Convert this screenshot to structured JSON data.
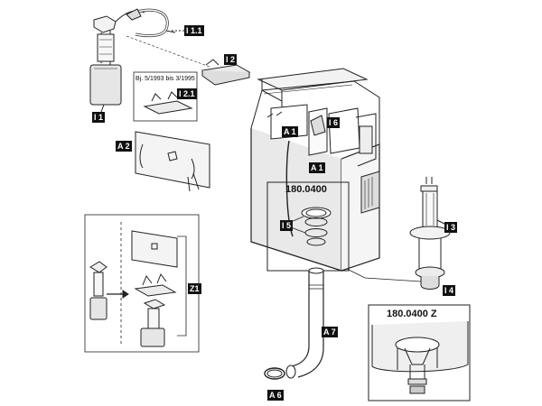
{
  "labels": {
    "i11": "I 1.1",
    "i2": "I 2",
    "i21": "I 2.1",
    "i1": "I 1",
    "a2": "A 2",
    "a1_top": "A 1",
    "i6": "I 6",
    "a1_bottom": "A 1",
    "i5": "I 5",
    "i3": "I 3",
    "i4": "I 4",
    "z1": "Z1",
    "a7": "A 7",
    "a6": "A 6"
  },
  "part_numbers": {
    "main": "180.0400",
    "detail": "180.0400 Z"
  },
  "notes": {
    "date_range": "Bj. 5/1993 bis 3/1995"
  }
}
